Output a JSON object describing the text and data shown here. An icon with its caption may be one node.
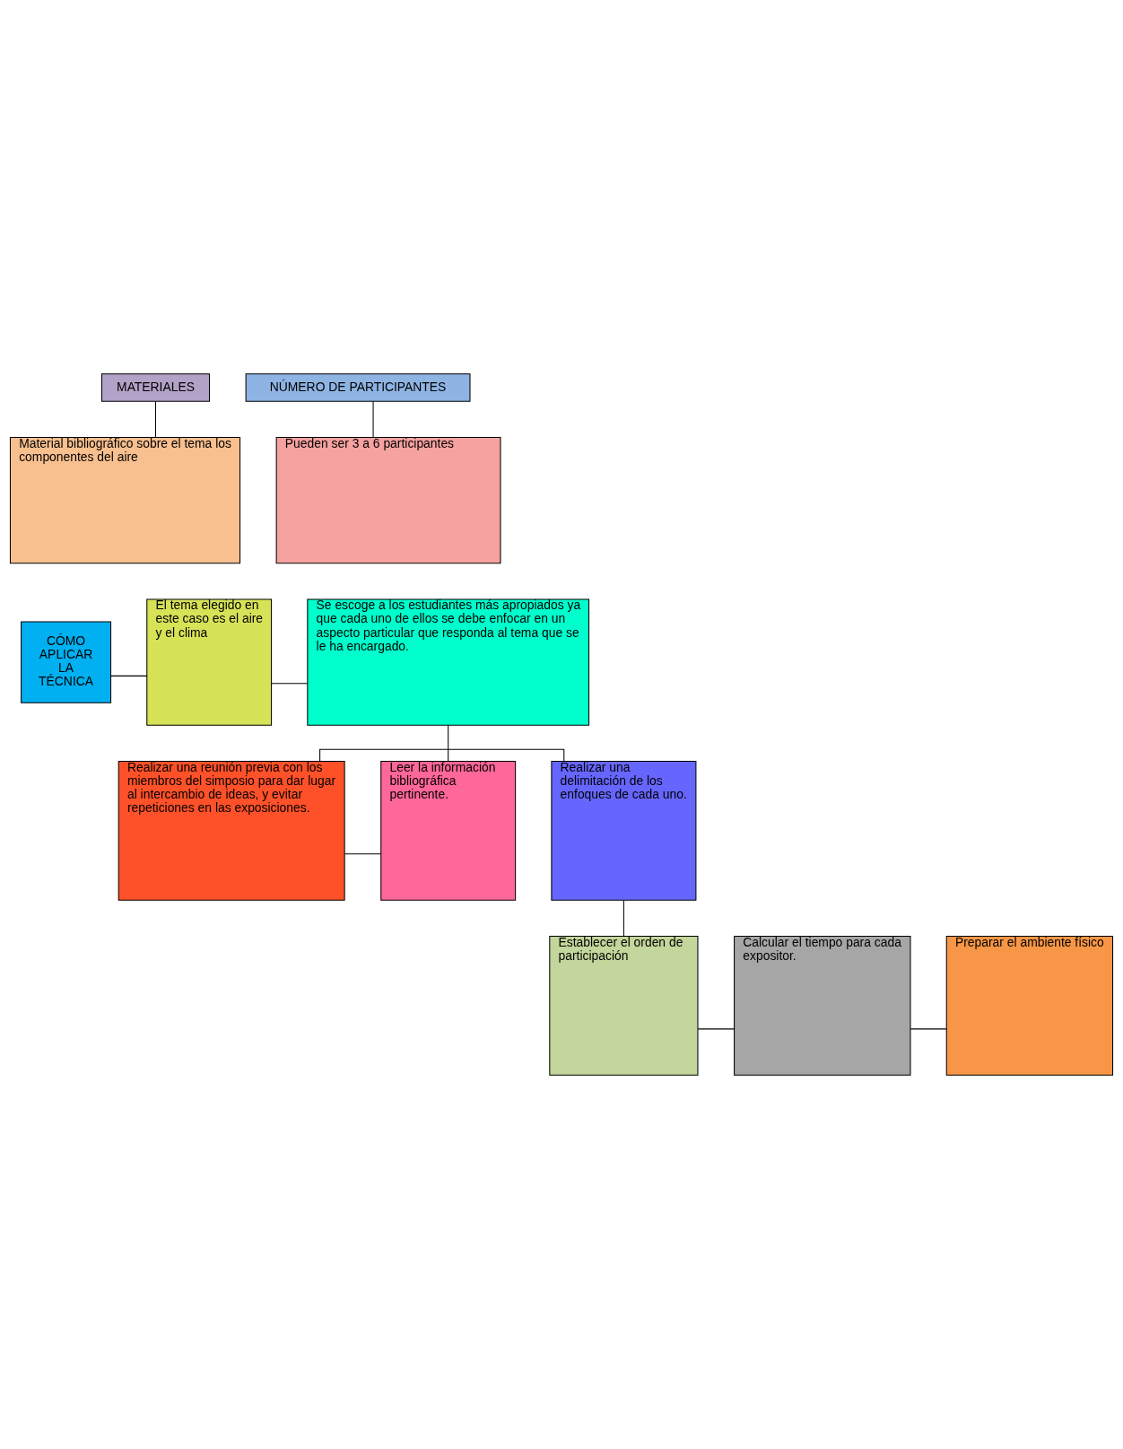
{
  "diagram": {
    "nodes": [
      {
        "text": [
          "MATERIALES"
        ]
      },
      {
        "text": [
          "NÚMERO DE PARTICIPANTES"
        ]
      },
      {
        "text": [
          "Material bibliográfico sobre el tema los componentes del aire"
        ]
      },
      {
        "text": [
          "Pueden ser 3 a 6 participantes"
        ]
      },
      {
        "text": [
          "CÓMO APLICAR LA TÉCNICA"
        ]
      },
      {
        "text": [
          "El tema elegido en este caso es el aire y el clima"
        ]
      },
      {
        "text": [
          "Se escoge a los estudiantes más apropiados ya que cada uno de ellos se debe enfocar en un aspecto particular que responda al tema que se le ha encargado."
        ]
      },
      {
        "text": [
          "Realizar una delimitación de los enfoques de cada uno."
        ]
      },
      {
        "text": [
          "Realizar una reunión previa con los miembros del simposio para dar lugar al intercambio de ideas, y evitar repeticiones en las exposiciones."
        ]
      },
      {
        "text": [
          "Leer la información bibliográfica pertinente."
        ]
      },
      {
        "text": [
          "Establecer el orden de participación"
        ]
      },
      {
        "text": [
          "Calcular el tiempo para cada expositor."
        ]
      },
      {
        "text": [
          "Preparar el ambiente físico"
        ]
      }
    ],
    "edges": [
      {
        "from": 0,
        "to": 2,
        "arrow": "none"
      },
      {
        "from": 1,
        "to": 3,
        "arrow": "none"
      },
      {
        "from": 4,
        "to": 5,
        "arrow": "none"
      },
      {
        "from": 5,
        "to": 6,
        "arrow": "none"
      },
      {
        "from": 6,
        "to": 9,
        "arrow": "none"
      },
      {
        "from": 9,
        "to": 8,
        "arrow": "none"
      },
      {
        "from": 8,
        "to": 7,
        "arrow": "none"
      },
      {
        "from": 7,
        "to": 10,
        "arrow": "none"
      },
      {
        "from": 10,
        "to": 11,
        "arrow": "none"
      },
      {
        "from": 11,
        "to": 12,
        "arrow": "none"
      }
    ]
  }
}
